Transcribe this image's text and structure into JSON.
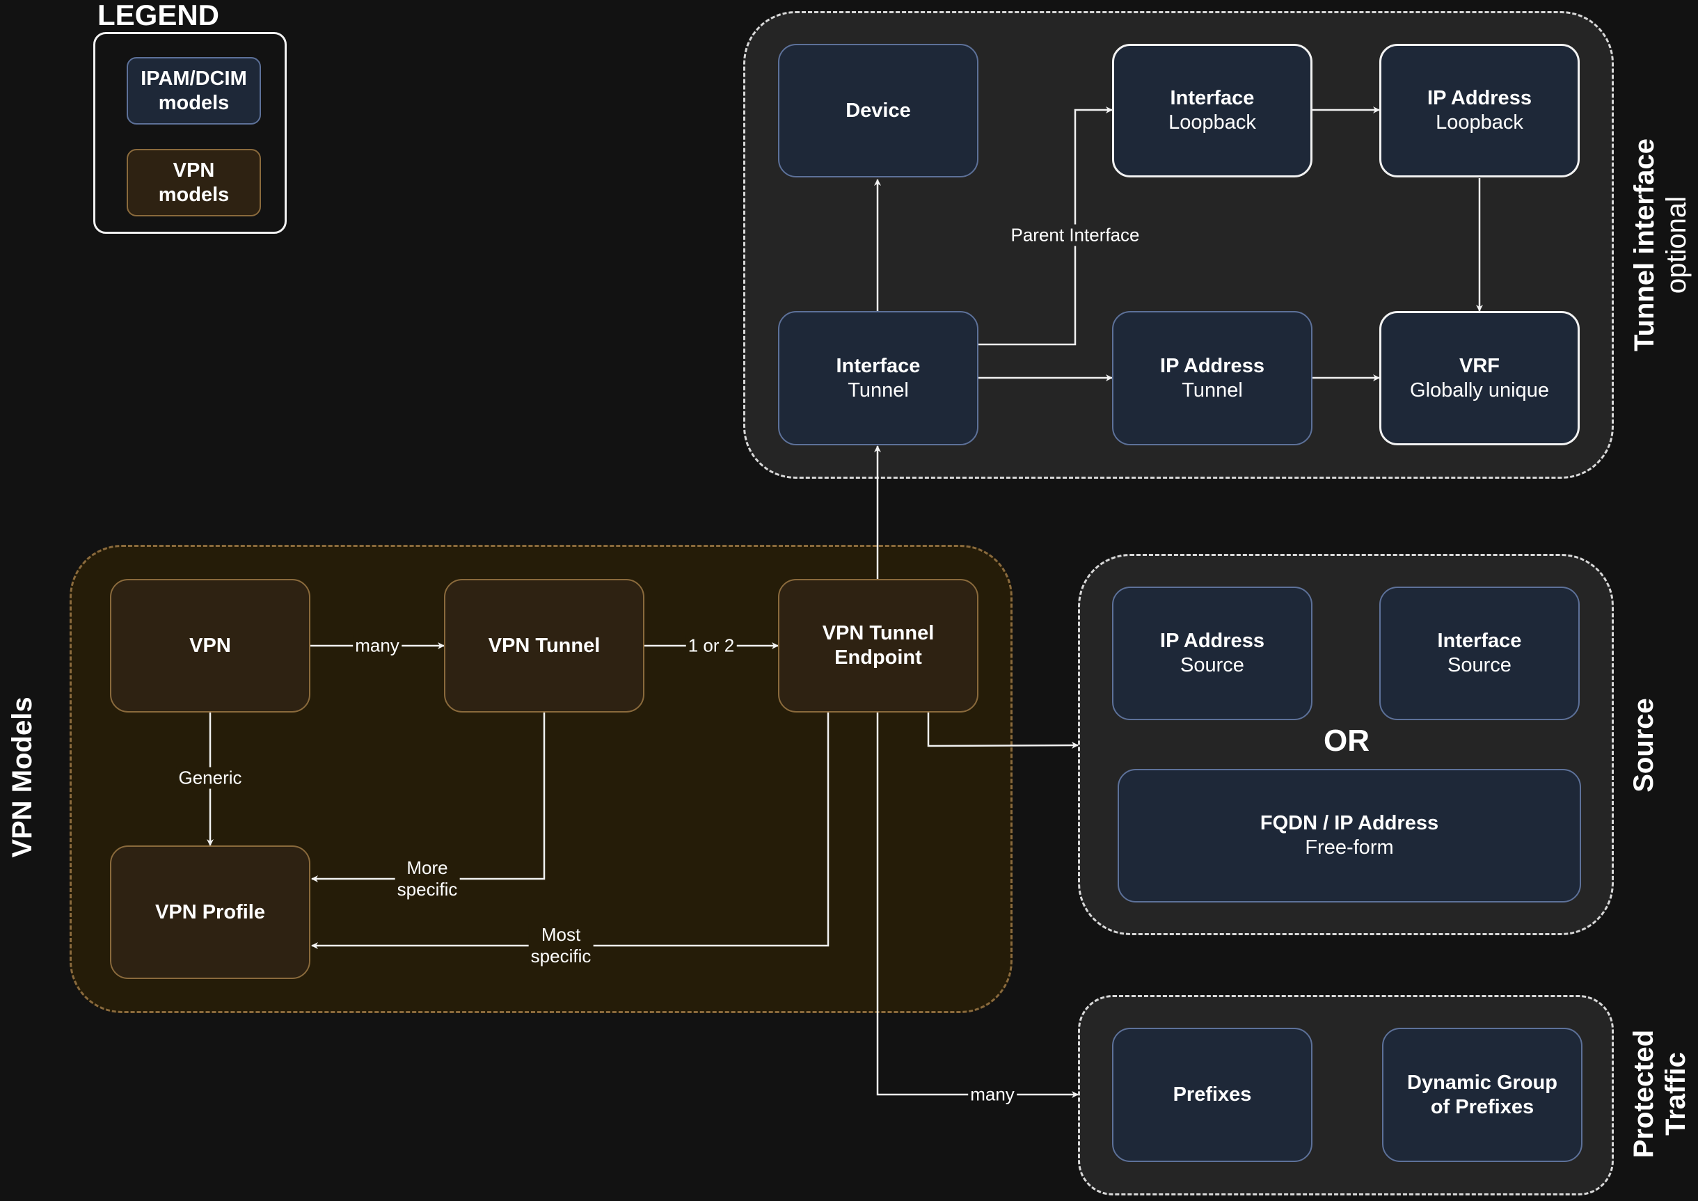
{
  "legend": {
    "title": "LEGEND",
    "ipam_label": [
      "IPAM/DCIM",
      "models"
    ],
    "vpn_label": [
      "VPN",
      "models"
    ]
  },
  "groups": {
    "tunnel_interface": {
      "title": "Tunnel interface",
      "subtitle": "optional"
    },
    "vpn_models": {
      "title": "VPN Models"
    },
    "source": {
      "title": "Source",
      "or_label": "OR"
    },
    "protected_traffic": {
      "title": [
        "Protected",
        "Traffic"
      ]
    }
  },
  "nodes": {
    "device": {
      "title": "Device",
      "sub": ""
    },
    "interface_loopback": {
      "title": "Interface",
      "sub": "Loopback"
    },
    "ip_loopback": {
      "title": "IP Address",
      "sub": "Loopback"
    },
    "interface_tunnel": {
      "title": "Interface",
      "sub": "Tunnel"
    },
    "ip_tunnel": {
      "title": "IP Address",
      "sub": "Tunnel"
    },
    "vrf": {
      "title": "VRF",
      "sub": "Globally unique"
    },
    "vpn": {
      "title": "VPN",
      "sub": ""
    },
    "vpn_tunnel": {
      "title": "VPN Tunnel",
      "sub": ""
    },
    "vpn_tunnel_endpoint": {
      "title": "VPN Tunnel",
      "title2": "Endpoint"
    },
    "vpn_profile": {
      "title": "VPN Profile",
      "sub": ""
    },
    "ip_source": {
      "title": "IP Address",
      "sub": "Source"
    },
    "interface_source": {
      "title": "Interface",
      "sub": "Source"
    },
    "fqdn": {
      "title": "FQDN / IP Address",
      "sub": "Free-form"
    },
    "prefixes": {
      "title": "Prefixes",
      "sub": ""
    },
    "dynamic_group": {
      "title": "Dynamic Group",
      "title2": "of Prefixes"
    }
  },
  "edge_labels": {
    "parent_interface": "Parent Interface",
    "many_1": "many",
    "one_or_two": "1 or 2",
    "generic": "Generic",
    "more_specific": [
      "More",
      "specific"
    ],
    "most_specific": [
      "Most",
      "specific"
    ],
    "many_2": "many"
  },
  "colors": {
    "background": "#121212",
    "group_fill": "#252525",
    "vpn_group_fill": "#251c08",
    "ipam_fill": "#1e2838",
    "ipam_border": "#5d7199",
    "vpn_fill": "#2e2212",
    "vpn_border": "#8a6a3c",
    "edge": "#f2f2f2"
  }
}
